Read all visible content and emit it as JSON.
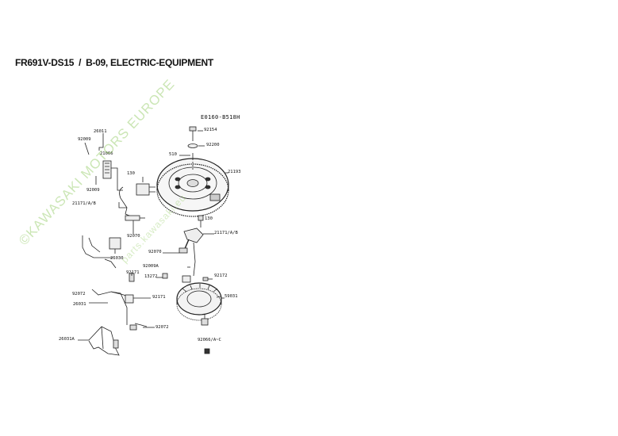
{
  "header": {
    "model": "FR691V-DS15",
    "separator": "/",
    "section": "B-09, ELECTRIC-EQUIPMENT"
  },
  "diagram_code": "E0160-B518H",
  "watermark": {
    "line1": "©KAWASAKI MOTORS EUROPE",
    "line2": "parts.kawasaki.eu"
  },
  "part_labels": {
    "p92154": "92154",
    "p92200": "92200",
    "p510": "510",
    "p21193": "21193",
    "p26011": "26011",
    "p92009_top": "92009",
    "p21066": "21066",
    "p130_top": "130",
    "p92009_mid": "92009",
    "p21171ab_left": "21171/A/B",
    "p92070_left": "92070",
    "p26030": "26030",
    "p130_right": "130",
    "p21171ab_right": "21171/A/B",
    "p92070_mid": "92070",
    "p92009a": "92009A",
    "p92171_top": "92171",
    "p13272": "13272",
    "p92172": "92172",
    "p92072_top": "92072",
    "p92171_mid": "92171",
    "p59031": "59031",
    "p26031": "26031",
    "p92072_bot": "92072",
    "p26031a": "26031A",
    "p92066": "92066/A~C"
  }
}
